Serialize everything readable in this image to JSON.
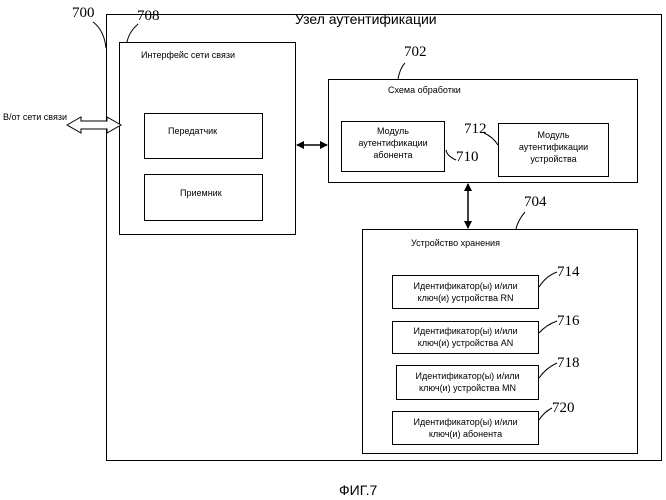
{
  "title": "Узел аутентификации",
  "external_label": "В/от сети связи",
  "figure_caption": "ФИГ.7",
  "refs": {
    "node": "700",
    "processing": "702",
    "storage": "704",
    "interface": "708",
    "subscriber_module": "710",
    "device_module": "712",
    "rn": "714",
    "an": "716",
    "mn": "718",
    "subscriber_ids": "720"
  },
  "interface": {
    "title": "Интерфейс сети связи",
    "transmitter": "Передатчик",
    "receiver": "Приемник"
  },
  "processing": {
    "title": "Схема обработки",
    "subscriber_module": [
      "Модуль",
      "аутентификации",
      "абонента"
    ],
    "device_module": [
      "Модуль",
      "аутентификации",
      "устройства"
    ]
  },
  "storage": {
    "title": "Устройство хранения",
    "items": [
      [
        "Идентификатор(ы) и/или",
        "ключ(и) устройства RN"
      ],
      [
        "Идентификатор(ы) и/или",
        "ключ(и) устройства AN"
      ],
      [
        "Идентификатор(ы) и/или",
        "ключ(и) устройства MN"
      ],
      [
        "Идентификатор(ы) и/или",
        "ключ(и) абонента"
      ]
    ]
  }
}
